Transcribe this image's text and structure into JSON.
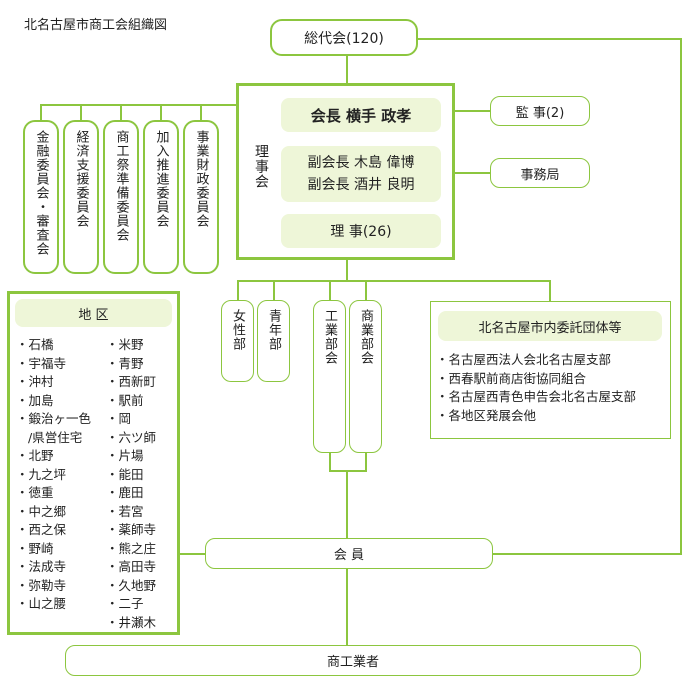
{
  "title": "北名古屋市商工会組織図",
  "general_assembly": "総代会(120)",
  "board": {
    "label": "理事会",
    "chairman": "会長 横手 政孝",
    "vice_1": "副会長 木島 偉博",
    "vice_2": "副会長 酒井 良明",
    "directors": "理 事(26)"
  },
  "auditor": "監 事(2)",
  "secretariat": "事務局",
  "committees": [
    "金融委員会・審査会",
    "経済支援委員会",
    "商工祭準備委員会",
    "加入推進委員会",
    "事業財政委員会"
  ],
  "divisions": [
    "女性部",
    "青年部",
    "工業部会",
    "商業部会"
  ],
  "district": {
    "header": "地 区",
    "col1": [
      "石橋",
      "宇福寺",
      "沖村",
      "加島",
      "鍛治ヶ一色",
      "/県営住宅",
      "北野",
      "九之坪",
      "徳重",
      "中之郷",
      "西之保",
      "野崎",
      "法成寺",
      "弥勒寺",
      "山之腰"
    ],
    "col2": [
      "米野",
      "青野",
      "西新町",
      "駅前",
      "岡",
      "六ツ師",
      "片場",
      "能田",
      "鹿田",
      "若宮",
      "薬師寺",
      "熊之庄",
      "高田寺",
      "久地野",
      "二子",
      "井瀬木"
    ]
  },
  "consigned_groups": {
    "header": "北名古屋市内委託団体等",
    "items": [
      "名古屋西法人会北名古屋支部",
      "西春駅前商店街協同組合",
      "名古屋西青色申告会北名古屋支部",
      "各地区発展会他"
    ]
  },
  "members": "会 員",
  "business_owners": "商工業者"
}
